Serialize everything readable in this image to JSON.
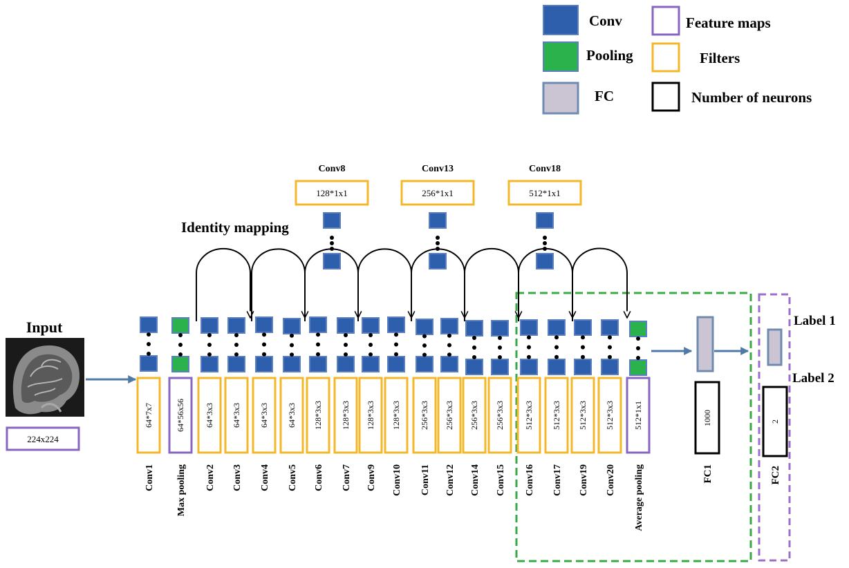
{
  "legend": [
    {
      "label": "Conv",
      "kind": "conv"
    },
    {
      "label": "Pooling",
      "kind": "pool"
    },
    {
      "label": "FC",
      "kind": "fc"
    },
    {
      "label": "Feature maps",
      "kind": "feature"
    },
    {
      "label": "Filters",
      "kind": "filter"
    },
    {
      "label": "Number of neurons",
      "kind": "neurons"
    }
  ],
  "input": {
    "title": "Input",
    "size": "224x224"
  },
  "identity_label": "Identity mapping",
  "shortcuts": [
    {
      "name": "Conv8",
      "filter": "128*1x1"
    },
    {
      "name": "Conv13",
      "filter": "256*1x1"
    },
    {
      "name": "Conv18",
      "filter": "512*1x1"
    }
  ],
  "layers": [
    {
      "name": "Conv1",
      "value": "64*7x7",
      "kind": "conv",
      "box": "filter"
    },
    {
      "name": "Max pooling",
      "value": "64*56x56",
      "kind": "pool",
      "box": "feature"
    },
    {
      "name": "Conv2",
      "value": "64*3x3",
      "kind": "conv",
      "box": "filter"
    },
    {
      "name": "Conv3",
      "value": "64*3x3",
      "kind": "conv",
      "box": "filter"
    },
    {
      "name": "Conv4",
      "value": "64*3x3",
      "kind": "conv",
      "box": "filter"
    },
    {
      "name": "Conv5",
      "value": "64*3x3",
      "kind": "conv",
      "box": "filter"
    },
    {
      "name": "Conv6",
      "value": "128*3x3",
      "kind": "conv",
      "box": "filter"
    },
    {
      "name": "Conv7",
      "value": "128*3x3",
      "kind": "conv",
      "box": "filter"
    },
    {
      "name": "Conv9",
      "value": "128*3x3",
      "kind": "conv",
      "box": "filter"
    },
    {
      "name": "Conv10",
      "value": "128*3x3",
      "kind": "conv",
      "box": "filter"
    },
    {
      "name": "Conv11",
      "value": "256*3x3",
      "kind": "conv",
      "box": "filter"
    },
    {
      "name": "Conv12",
      "value": "256*3x3",
      "kind": "conv",
      "box": "filter"
    },
    {
      "name": "Conv14",
      "value": "256*3x3",
      "kind": "conv",
      "box": "filter"
    },
    {
      "name": "Conv15",
      "value": "256*3x3",
      "kind": "conv",
      "box": "filter"
    },
    {
      "name": "Conv16",
      "value": "512*3x3",
      "kind": "conv",
      "box": "filter"
    },
    {
      "name": "Conv17",
      "value": "512*3x3",
      "kind": "conv",
      "box": "filter"
    },
    {
      "name": "Conv19",
      "value": "512*3x3",
      "kind": "conv",
      "box": "filter"
    },
    {
      "name": "Conv20",
      "value": "512*3x3",
      "kind": "conv",
      "box": "filter"
    },
    {
      "name": "Average pooling",
      "value": "512*1x1",
      "kind": "pool",
      "box": "feature"
    }
  ],
  "fc1": {
    "name": "FC1",
    "neurons": "1000"
  },
  "fc2": {
    "name": "FC2",
    "neurons": "2"
  },
  "labels": [
    "Label 1",
    "Label 2"
  ],
  "colors": {
    "conv": "#2E5FAD",
    "conv_stroke": "#5B7FC0",
    "pool": "#2BB24C",
    "fc": "#CBC5D3",
    "fc_stroke": "#6F8AB0",
    "feature": "#8666C1",
    "filter": "#F3B72A",
    "neurons": "#000000",
    "arrow": "#4F7AA6",
    "green_dash": "#39A845",
    "purple_dash": "#9B6FC9",
    "brain_bg": "#1a1a1a",
    "brain": "#8a8a8a"
  }
}
